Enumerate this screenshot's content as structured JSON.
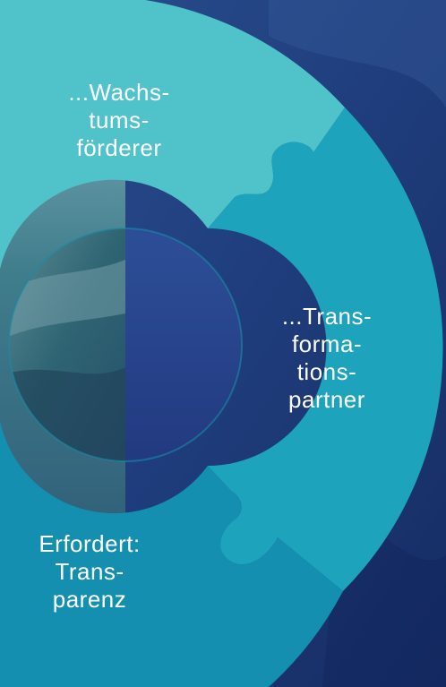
{
  "segments": {
    "top": {
      "lines": [
        "...Wachs-",
        "tums-",
        "förderer"
      ]
    },
    "right": {
      "lines": [
        "...Trans-",
        "forma-",
        "tions-",
        "partner"
      ]
    },
    "bottom": {
      "lines": [
        "Erfordert:",
        "Trans-",
        "parenz"
      ]
    }
  },
  "colors": {
    "segment_top": "#4fc3c9",
    "segment_right": "#1da3bb",
    "segment_bottom": "#148fb0",
    "background_ocean": "#1d3a78",
    "center_left": "#2f6f80",
    "center_right": "#243f8c"
  }
}
